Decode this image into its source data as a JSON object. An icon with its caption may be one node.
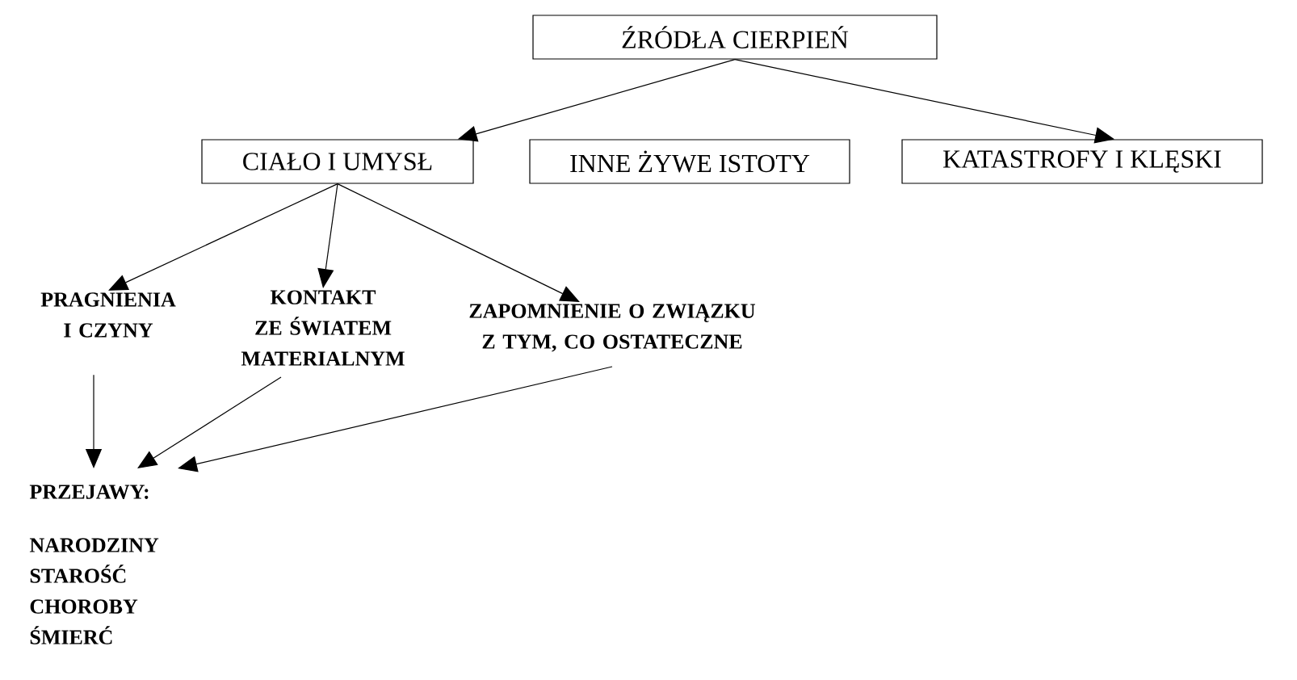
{
  "diagram": {
    "nodes": [
      {
        "text": [
          "ŹRÓDŁA CIERPIEŃ"
        ]
      },
      {
        "text": [
          "CIAŁO I UMYSŁ"
        ]
      },
      {
        "text": [
          "INNE ŻYWE ISTOTY"
        ]
      },
      {
        "text": [
          "KATASTROFY I KLĘSKI"
        ]
      },
      {
        "text": [
          "PRAGNIENIA I CZYNY"
        ]
      },
      {
        "text": [
          "KONTAKT ZE ŚWIATEM MATERIALNYM"
        ]
      },
      {
        "text": [
          "ZAPOMNIENIE O ZWIĄZKU Z TYM, CO OSTATECZNE"
        ]
      },
      {
        "text": [
          "PRZEJAWY:",
          "NARODZINY",
          "STAROŚĆ",
          "CHOROBY",
          "ŚMIERĆ"
        ]
      }
    ],
    "edges": [
      {
        "from": 0,
        "to": 1,
        "arrow": "to"
      },
      {
        "from": 0,
        "to": 3,
        "arrow": "to"
      },
      {
        "from": 1,
        "to": 4,
        "arrow": "to"
      },
      {
        "from": 1,
        "to": 5,
        "arrow": "to"
      },
      {
        "from": 1,
        "to": 6,
        "arrow": "to"
      },
      {
        "from": 4,
        "to": 7,
        "arrow": "to"
      },
      {
        "from": 5,
        "to": 7,
        "arrow": "to"
      },
      {
        "from": 6,
        "to": 7,
        "arrow": "to"
      }
    ]
  }
}
